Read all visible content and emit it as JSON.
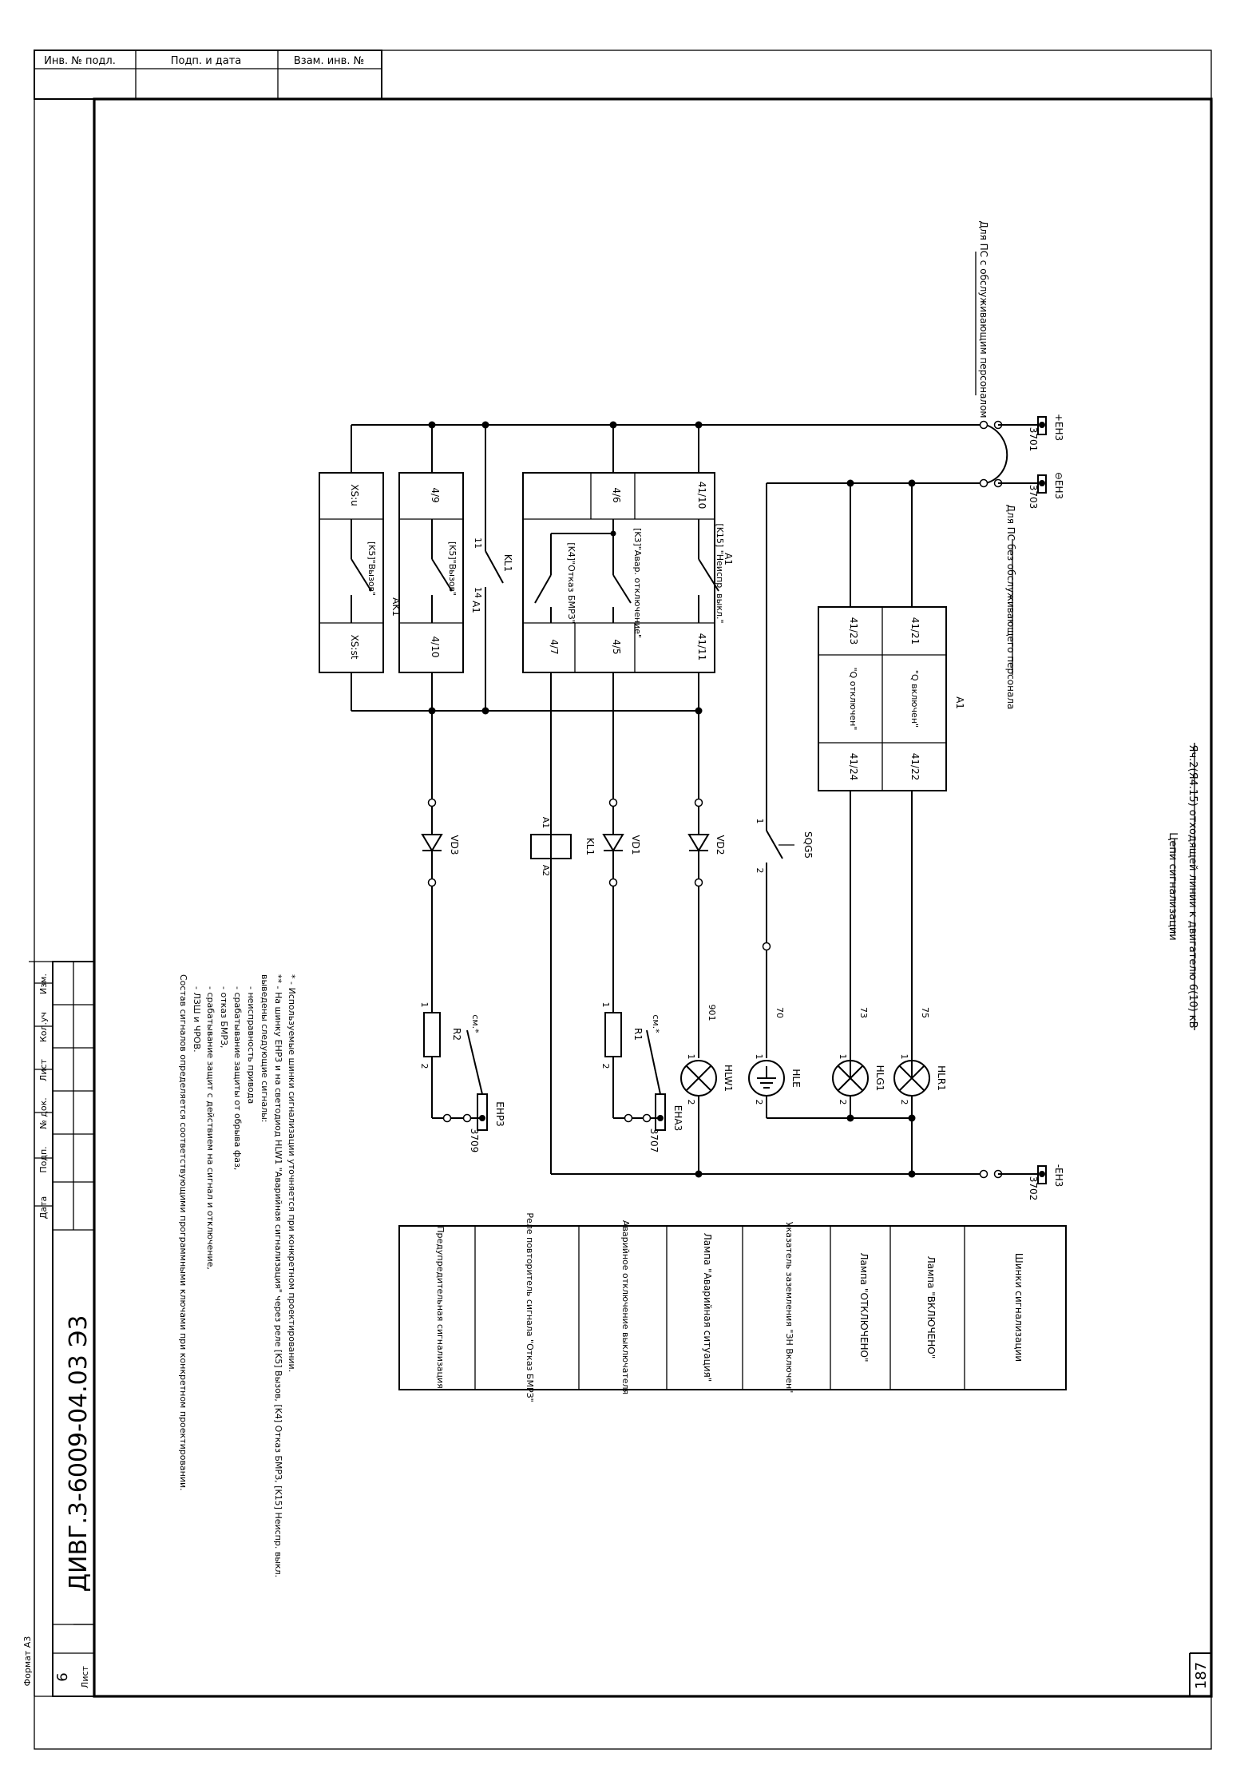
{
  "frame": {
    "top_table_headers": [
      "Инв. № подл.",
      "Подп. и дата",
      "Взам. инв. №"
    ],
    "doc_number": "ДИВГ.3-6009-04.03 Э3",
    "sheet_label": "Лист",
    "sheet_number": "6",
    "page_number": "187",
    "format": "Формат А3",
    "rev_table_headers": [
      "Изм.",
      "Кол.уч",
      "Лист",
      "№ док.",
      "Подп.",
      "Дата"
    ]
  },
  "title": {
    "main": "Яч.2(Я4.15) отходящей линии к двигателю 6(10) кВ",
    "sub": "Цепи сигнализации"
  },
  "buses": {
    "eh3_plus": "+EH3",
    "eh3_plus_num": "3701",
    "eh3_circ": "⊖EH3",
    "eh3_circ_num": "3703",
    "eh3_minus": "-EH3",
    "eh3_minus_num": "3702",
    "ehp3": "EHP3",
    "ehp3_num": "3709",
    "eha3": "EHA3",
    "eha3_num": "3707",
    "note_staffed": "Для ПС с обслуживающим персоналом",
    "note_unstaffed": "Для ПС без обслуживающего персонала"
  },
  "components": {
    "ak1": {
      "label": "AK1",
      "term_in": "XS:u",
      "term_out": "XS:st",
      "contact": "[K5]\"Вызов\""
    },
    "a1_call": {
      "label": "A1",
      "term_in": "4/9",
      "term_out": "4/10",
      "contact": "[K5]\"Вызов\""
    },
    "kl1_contact": {
      "label": "KL1",
      "pin1": "11",
      "pin2": "14"
    },
    "a1_relays": {
      "label": "A1",
      "r1": {
        "in": "41/10",
        "out": "41/11",
        "text": "[K15] \"Неиспр. выкл.\""
      },
      "r2": {
        "in": "4/6",
        "out": "4/5",
        "text": "[K3]\"Авар. отключение\""
      },
      "r3": {
        "out": "4/7",
        "text": "[K4]\"Отказ БМРЗ\""
      }
    },
    "a1_status": {
      "label": "A1",
      "on": {
        "in": "41/21",
        "out": "41/22",
        "text": "\"Q включен\""
      },
      "off": {
        "in": "41/23",
        "out": "41/24",
        "text": "\"Q отключен\""
      }
    },
    "vd3": "VD3",
    "vd1": "VD1",
    "vd2": "VD2",
    "kl1_coil": {
      "label": "KL1",
      "a1": "A1",
      "a2": "A2"
    },
    "sqg5": {
      "label": "SQG5",
      "pin1": "1",
      "pin2": "2"
    },
    "r2": {
      "label": "R2",
      "pin1": "1",
      "pin2": "2"
    },
    "r1": {
      "label": "R1",
      "pin1": "1",
      "pin2": "2"
    },
    "hlw1": {
      "label": "HLW1",
      "pin1": "1",
      "pin2": "2",
      "wire": "901"
    },
    "hle": {
      "label": "HLE",
      "pin1": "1",
      "pin2": "2",
      "wire": "70"
    },
    "hlg1": {
      "label": "HLG1",
      "pin1": "1",
      "pin2": "2",
      "wire": "73"
    },
    "hlr1": {
      "label": "HLR1",
      "pin1": "1",
      "pin2": "2",
      "wire": "75"
    },
    "see_note": "см.*"
  },
  "legend_cells": [
    "Шинки сигнализации",
    "Лампа \"ВКЛЮЧЕНО\"",
    "Лампа \"ОТКЛЮЧЕНО\"",
    "Указатель заземления \"ЗН Включен\"",
    "Лампа \"Аварийная ситуация\"",
    "Аварийное отключение выключателя",
    "Реле повторитель сигнала \"Отказ БМРЗ\"",
    "Предупредительная сигнализация"
  ],
  "notes": [
    "* - Используемые шинки сигнализации уточняется при конкретном проектировании.",
    "** - На шинку EHP3 и на светодиод HLW1 \"Аварийная сигнализация\" через реле [K5] Вызов, [K4] Отказ БМРЗ, [K15] Неиспр. выкл.",
    "выведены следующие сигналы:",
    "- неисправность привода",
    "- срабатывание защиты от обрыва фаз,",
    "- отказ БМРЗ,",
    "- срабатывание защит с действием на сигнал и отключение,",
    "- ЛЗШ и ЧРОВ.",
    "Состав сигналов определяется соответствующими программными ключами при конкретном проектировании."
  ]
}
